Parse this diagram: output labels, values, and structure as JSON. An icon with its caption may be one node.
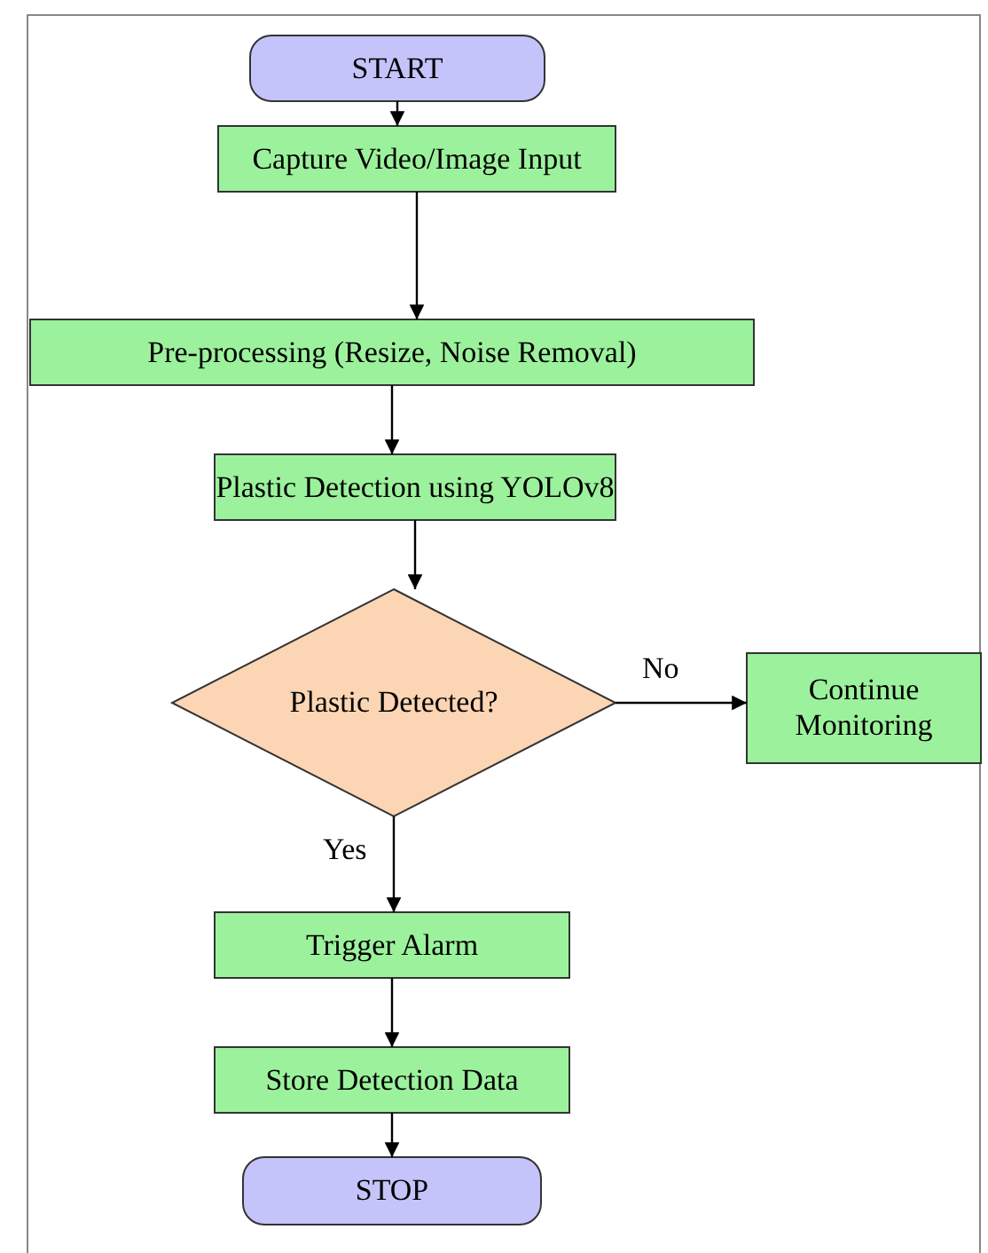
{
  "diagram": {
    "nodes": [
      {
        "text": [
          "START"
        ]
      },
      {
        "text": [
          "Capture Video/Image Input"
        ]
      },
      {
        "text": [
          "Pre-processing (Resize, Noise Removal)"
        ]
      },
      {
        "text": [
          "Plastic Detection using YOLOv8"
        ]
      },
      {
        "text": [
          "Plastic Detected?"
        ]
      },
      {
        "text": [
          "Continue Monitoring"
        ]
      },
      {
        "text": [
          "Trigger Alarm"
        ]
      },
      {
        "text": [
          "Store Detection Data"
        ]
      },
      {
        "text": [
          "STOP"
        ]
      }
    ],
    "edges": [
      {
        "from": 0,
        "to": 1,
        "arrow": "to"
      },
      {
        "from": 1,
        "to": 2,
        "arrow": "to"
      },
      {
        "from": 2,
        "to": 3,
        "arrow": "to"
      },
      {
        "from": 3,
        "to": 4,
        "arrow": "to"
      },
      {
        "from": 4,
        "to": 5,
        "arrow": "to",
        "label": "No"
      },
      {
        "from": 4,
        "to": 6,
        "arrow": "to",
        "label": "Yes"
      },
      {
        "from": 6,
        "to": 7,
        "arrow": "to"
      },
      {
        "from": 7,
        "to": 8,
        "arrow": "to"
      }
    ]
  }
}
